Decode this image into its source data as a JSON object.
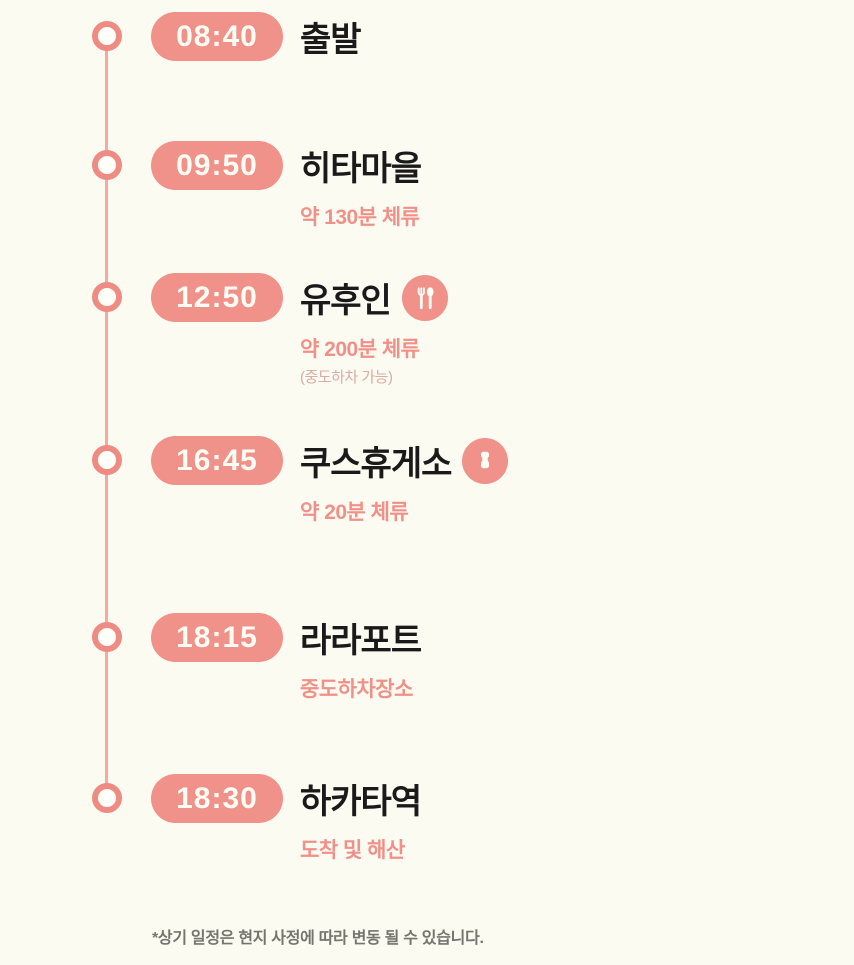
{
  "colors": {
    "background": "#FCFBF2",
    "accent": "#F0918A",
    "timeline_line": "#F5A9A0",
    "dot_ring": "#EE8C84",
    "badge_text": "#FFFDF4",
    "title_text": "#1A1A1A",
    "sub_text": "#F09189",
    "note_text": "#D9ACA4",
    "footer_text": "#75756D"
  },
  "timeline": {
    "items": [
      {
        "time": "08:40",
        "title": "출발"
      },
      {
        "time": "09:50",
        "title": "히타마을",
        "sub": "약 130분 체류"
      },
      {
        "time": "12:50",
        "title": "유후인",
        "sub": "약 200분 체류",
        "note": "(중도하차 가능)",
        "icon": "restaurant-icon"
      },
      {
        "time": "16:45",
        "title": "쿠스휴게소",
        "sub": "약 20분 체류",
        "icon": "bottle-icon"
      },
      {
        "time": "18:15",
        "title": "라라포트",
        "sub": "중도하차장소"
      },
      {
        "time": "18:30",
        "title": "하카타역",
        "sub": "도착 및 해산"
      }
    ]
  },
  "footer": {
    "note": "*상기 일정은 현지 사정에 따라 변동 될 수 있습니다."
  }
}
